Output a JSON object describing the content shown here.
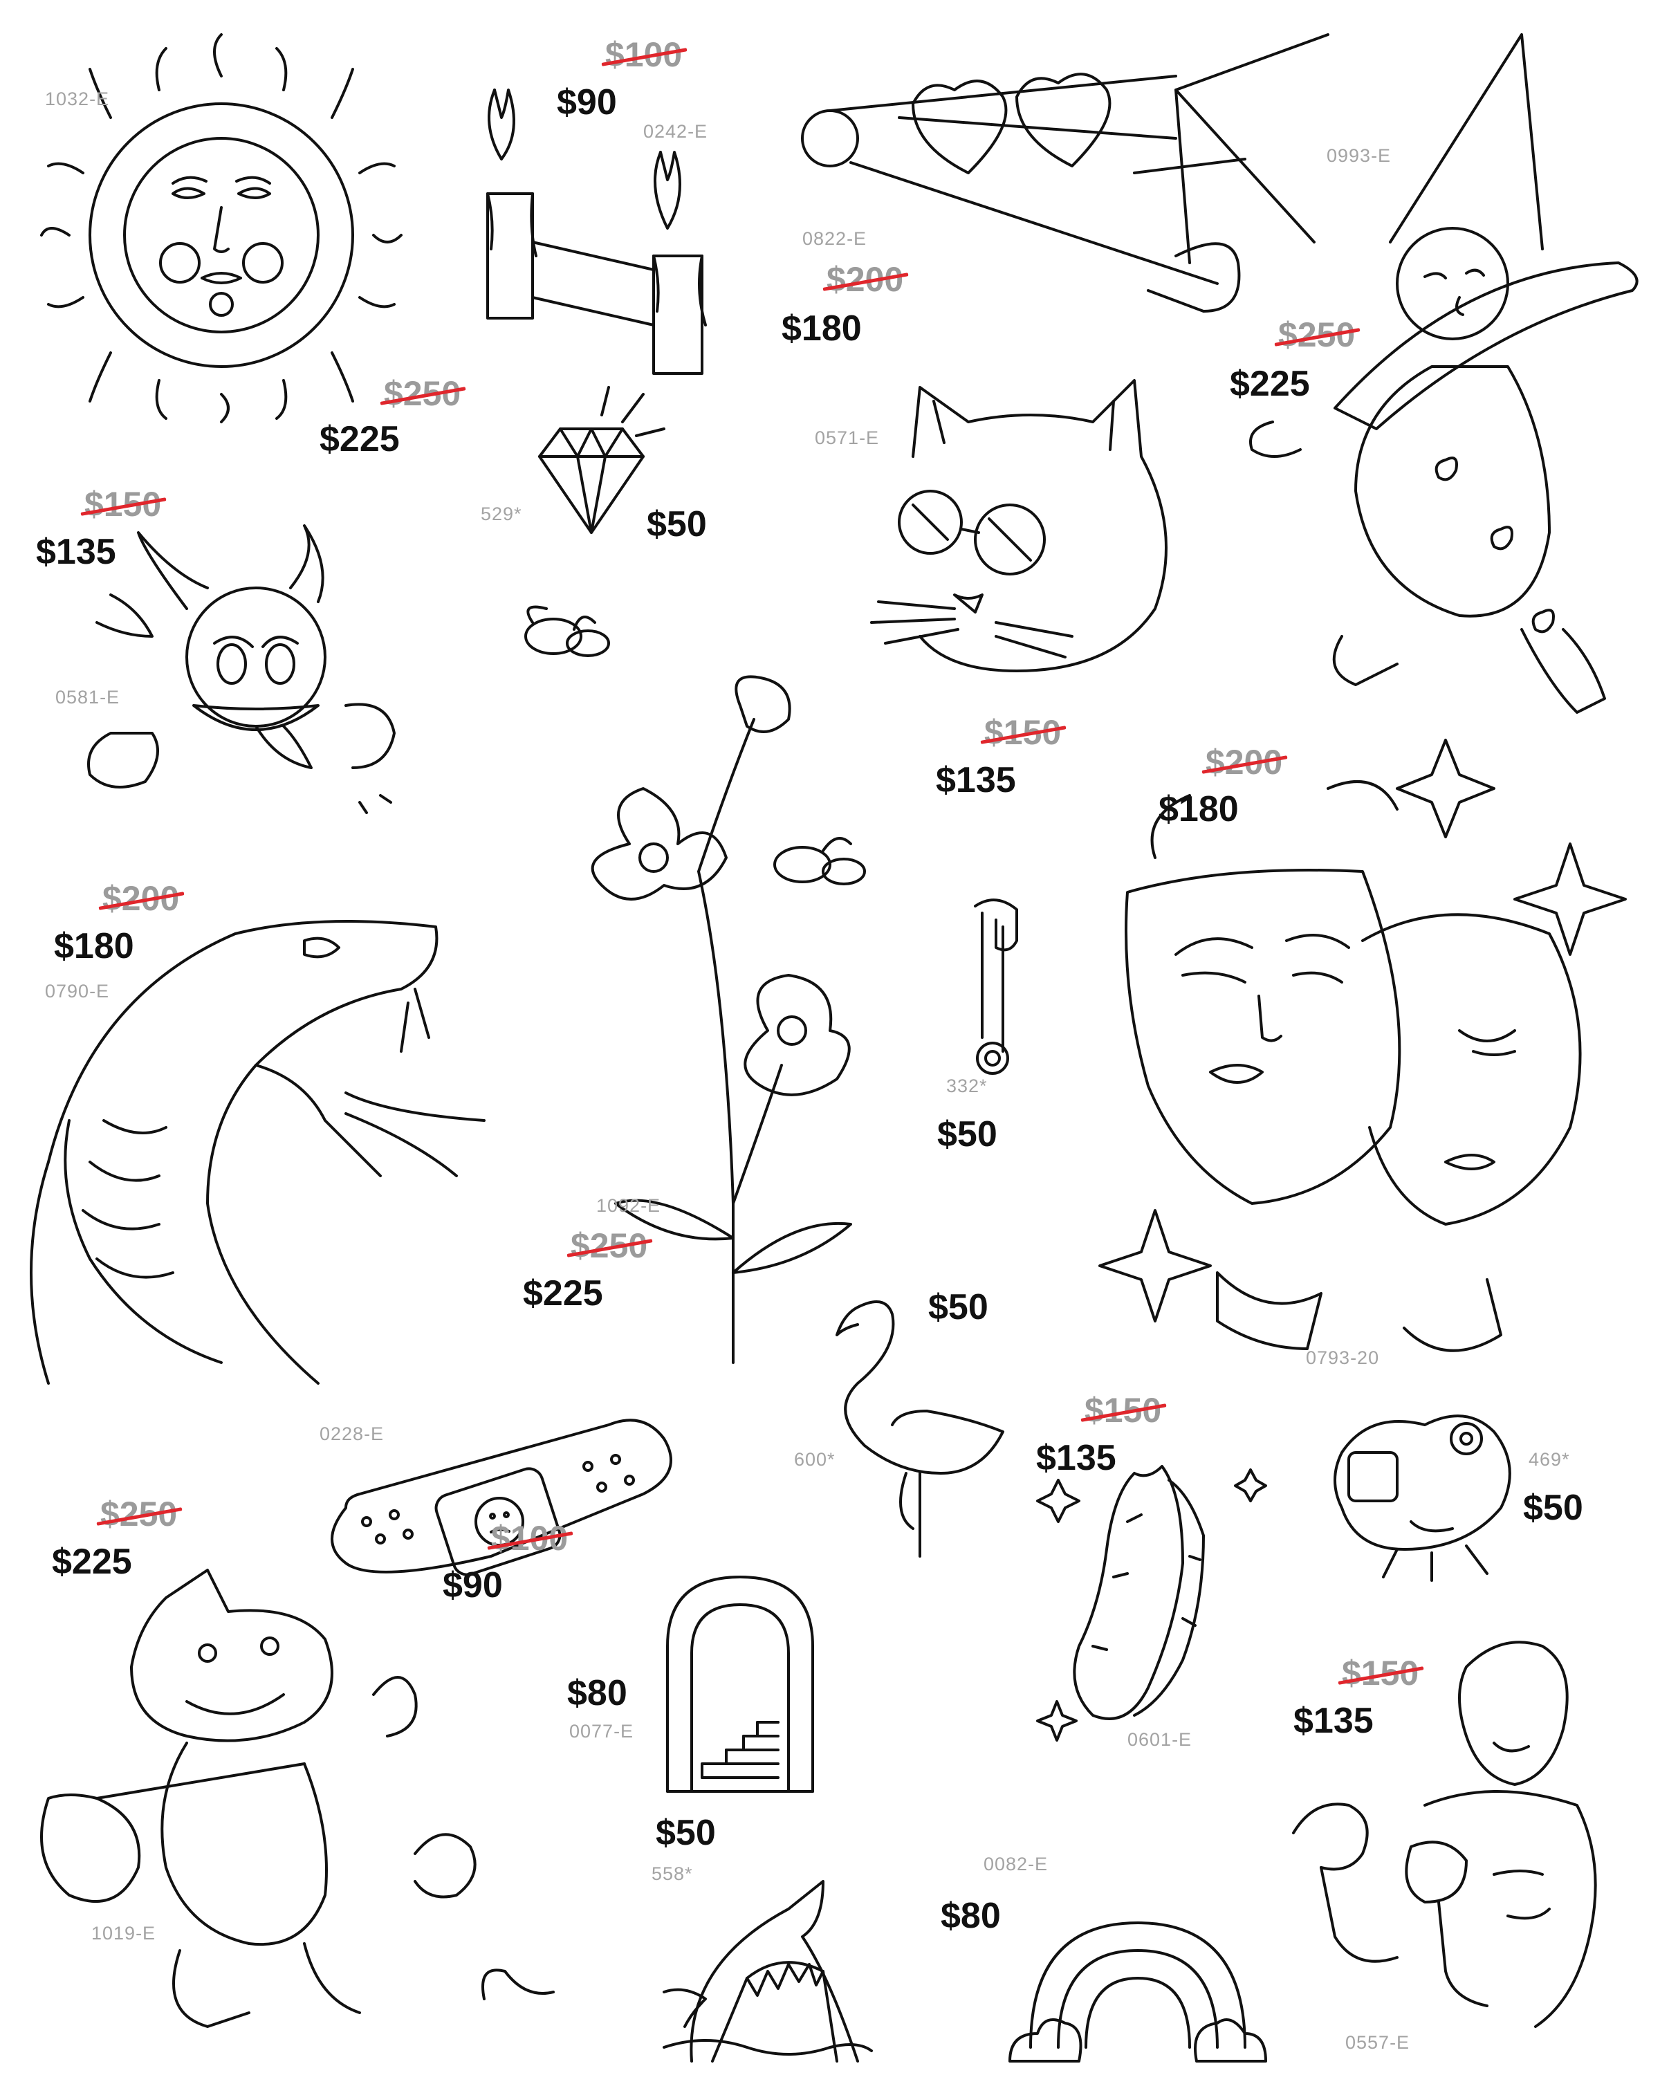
{
  "items": [
    {
      "name": "sun-face",
      "code": "1032-E",
      "old_price": "$250",
      "price": "$225"
    },
    {
      "name": "melting-candles",
      "code": "0242-E",
      "old_price": "$100",
      "price": "$90"
    },
    {
      "name": "safety-pin-hearts",
      "code": "0822-E",
      "old_price": "$200",
      "price": "$180"
    },
    {
      "name": "wizard-cherub",
      "code": "0993-E",
      "old_price": "$250",
      "price": "$225"
    },
    {
      "name": "diamond",
      "code": "529*",
      "price": "$50"
    },
    {
      "name": "cat-sunglasses",
      "code": "0571-E",
      "old_price": "$150",
      "price": "$135"
    },
    {
      "name": "devil-cartoon",
      "code": "0581-E",
      "old_price": "$150",
      "price": "$135"
    },
    {
      "name": "flowers-bees",
      "code": "1092-E",
      "old_price": "$250",
      "price": "$225"
    },
    {
      "name": "theater-masks",
      "code": "0793-20",
      "old_price": "$200",
      "price": "$180"
    },
    {
      "name": "snake",
      "code": "0790-E",
      "old_price": "$200",
      "price": "$180"
    },
    {
      "name": "safety-pin",
      "code": "332*",
      "price": "$50"
    },
    {
      "name": "flamingo",
      "code": "600*",
      "price": "$50"
    },
    {
      "name": "bandaid",
      "code": "0228-E",
      "old_price": "$100",
      "price": "$90"
    },
    {
      "name": "barbed-wire-hands",
      "code": "0601-E",
      "old_price": "$150",
      "price": "$135"
    },
    {
      "name": "frog-headphones",
      "code": "469*",
      "price": "$50"
    },
    {
      "name": "cartoon-cat-hobo",
      "code": "1019-E",
      "old_price": "$250",
      "price": "$225"
    },
    {
      "name": "arch-stairs",
      "code": "0077-E",
      "price": "$80"
    },
    {
      "name": "boxer",
      "code": "0557-E",
      "old_price": "$150",
      "price": "$135"
    },
    {
      "name": "shark",
      "code": "558*",
      "price": "$50"
    },
    {
      "name": "rainbow",
      "code": "0082-E",
      "price": "$80"
    }
  ],
  "colors": {
    "ink": "#111111",
    "code_gray": "#a3a3a3",
    "strike_red": "#e0262c"
  }
}
